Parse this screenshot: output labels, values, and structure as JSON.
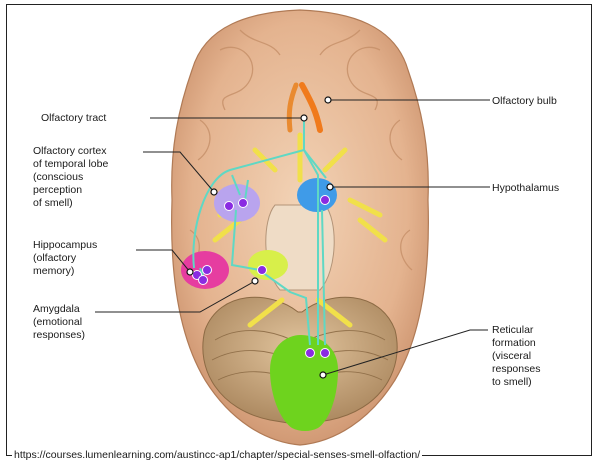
{
  "labels": {
    "olfactory_tract": [
      "Olfactory tract"
    ],
    "olfactory_cortex": [
      "Olfactory cortex",
      "of temporal lobe",
      "(conscious",
      "perception",
      "of smell)"
    ],
    "hippocampus": [
      "Hippocampus",
      "(olfactory",
      "memory)"
    ],
    "amygdala": [
      "Amygdala",
      "(emotional",
      "responses)"
    ],
    "olfactory_bulb": [
      "Olfactory bulb"
    ],
    "hypothalamus": [
      "Hypothalamus"
    ],
    "reticular_formation": [
      "Reticular",
      "formation",
      "(visceral",
      "responses",
      "to smell)"
    ]
  },
  "source_url": "https://courses.lumenlearning.com/austincc-ap1/chapter/special-senses-smell-olfaction/",
  "colors": {
    "pathway": "#5fd8c4",
    "neuron": "#8a2be2",
    "cortex": "#b9a4ee",
    "hippocampus": "#e63da0",
    "amygdala": "#d8ef4a",
    "hypothalamus": "#3f9be8",
    "brainstem": "#6ed31e",
    "bulb": "#f07a1c",
    "nerves": "#f1e04a"
  }
}
